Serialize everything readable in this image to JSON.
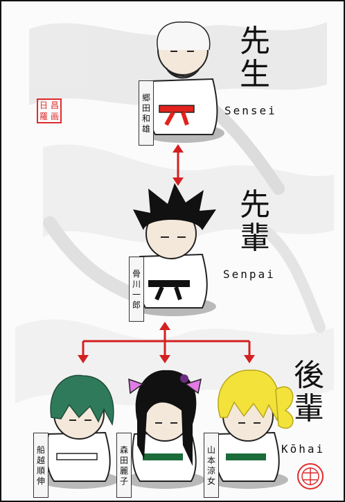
{
  "ranks": {
    "sensei": {
      "kanji": [
        "先",
        "生"
      ],
      "romaji": "Sensei"
    },
    "senpai": {
      "kanji": [
        "先",
        "輩"
      ],
      "romaji": "Senpai"
    },
    "kohai": {
      "kanji": [
        "後",
        "輩"
      ],
      "romaji": "Kōhai"
    }
  },
  "names": {
    "sensei": [
      "郷",
      "田",
      "和",
      "雄"
    ],
    "senpai": [
      "骨",
      "川",
      "一",
      "郎"
    ],
    "kohai_1": [
      "船",
      "越",
      "順",
      "伸"
    ],
    "kohai_2": [
      "森",
      "田",
      "麗",
      "子"
    ],
    "kohai_3": [
      "山",
      "本",
      "涼",
      "女"
    ]
  },
  "seals": {
    "left": [
      "日",
      "昌",
      "羅",
      "画"
    ]
  },
  "colors": {
    "arrow": "#d42020",
    "belt_sensei": "#e3221d",
    "belt_senpai": "#111111",
    "belt_kohai_1": "#ffffff",
    "belt_kohai_2": "#1c6b3a",
    "belt_kohai_3": "#1c6b3a",
    "gi": "#ffffff",
    "hair_kohai_1": "#2f7a5a",
    "hair_kohai_3": "#f2e23a",
    "ribbon_kohai_2": "#e27ae6"
  }
}
